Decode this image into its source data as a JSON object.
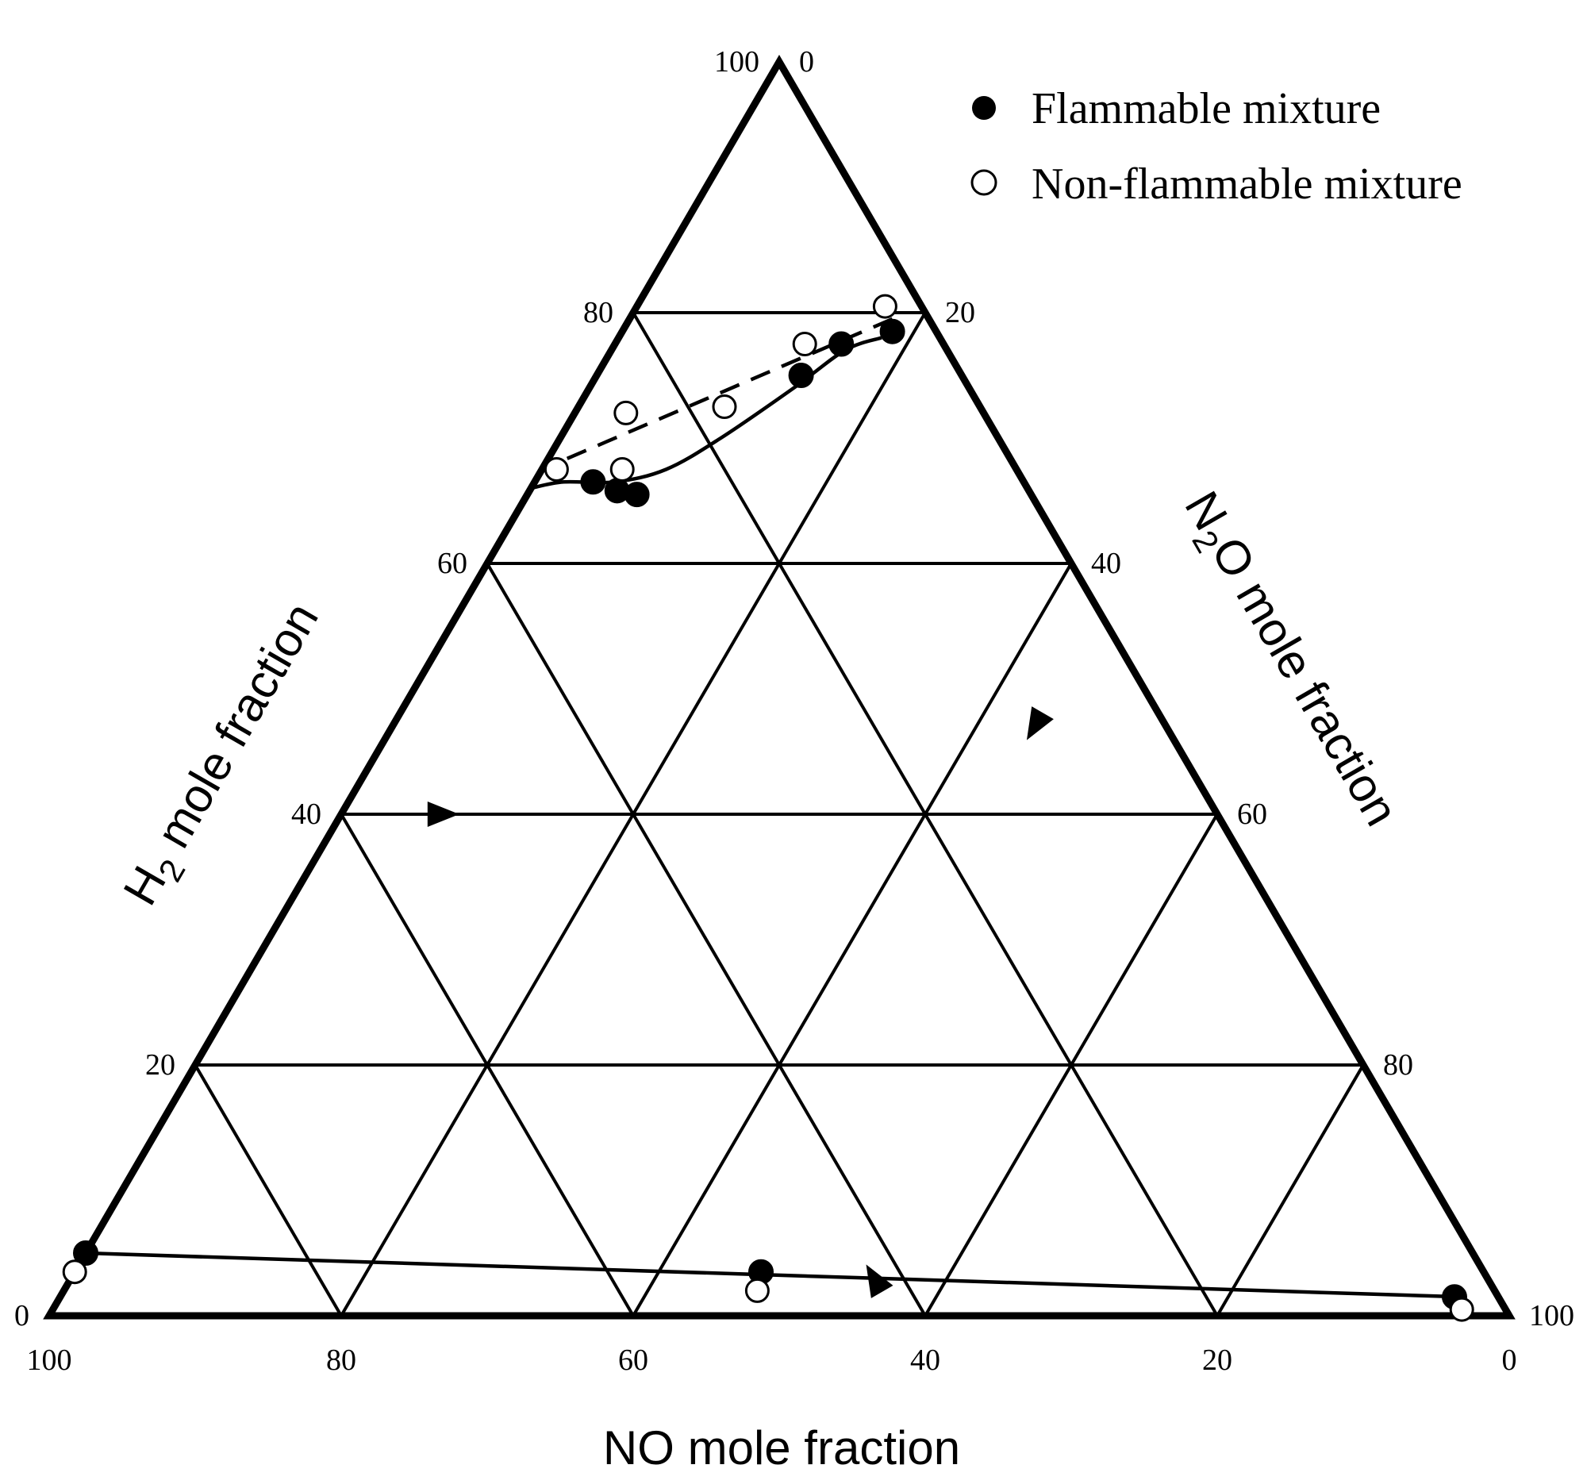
{
  "chart_data": {
    "type": "scatter",
    "subtype": "ternary",
    "title": "",
    "axes": {
      "h2": {
        "label_main": "H",
        "label_sub": "2",
        "label_rest": " mole fraction",
        "ticks": [
          "0",
          "20",
          "40",
          "60",
          "80",
          "100"
        ]
      },
      "n2o": {
        "label_main": "N",
        "label_sub": "2",
        "label_rest": "O mole fraction",
        "ticks": [
          "0",
          "20",
          "40",
          "60",
          "80",
          "100"
        ]
      },
      "no": {
        "label": "NO mole fraction",
        "ticks": [
          "100",
          "80",
          "60",
          "40",
          "20",
          "0"
        ]
      }
    },
    "range": [
      0,
      100
    ],
    "grid": true,
    "grid_step": 20,
    "legend": {
      "position": "top-right",
      "entries": [
        {
          "label": "Flammable mixture",
          "marker": "filled-circle"
        },
        {
          "label": "Non-flammable mixture",
          "marker": "open-circle"
        }
      ]
    },
    "series": [
      {
        "name": "Flammable mixture",
        "marker": "filled-circle",
        "points": [
          {
            "h2": 78.5,
            "n2o": 18.5,
            "no": 3.0
          },
          {
            "h2": 77.5,
            "n2o": 15.5,
            "no": 7.0
          },
          {
            "h2": 75.0,
            "n2o": 14.0,
            "no": 11.0
          },
          {
            "h2": 66.5,
            "n2o": 4.0,
            "no": 29.5
          },
          {
            "h2": 65.8,
            "n2o": 6.0,
            "no": 28.2
          },
          {
            "h2": 65.5,
            "n2o": 7.5,
            "no": 27.0
          },
          {
            "h2": 5.0,
            "n2o": 0.0,
            "no": 95.0
          },
          {
            "h2": 3.5,
            "n2o": 47.0,
            "no": 49.5
          },
          {
            "h2": 1.5,
            "n2o": 95.5,
            "no": 3.0
          }
        ]
      },
      {
        "name": "Non-flammable mixture",
        "marker": "open-circle",
        "points": [
          {
            "h2": 80.5,
            "n2o": 17.0,
            "no": 2.5
          },
          {
            "h2": 77.5,
            "n2o": 13.0,
            "no": 9.5
          },
          {
            "h2": 72.5,
            "n2o": 10.0,
            "no": 17.5
          },
          {
            "h2": 72.0,
            "n2o": 3.5,
            "no": 24.5
          },
          {
            "h2": 67.5,
            "n2o": 1.0,
            "no": 31.5
          },
          {
            "h2": 67.5,
            "n2o": 5.5,
            "no": 27.0
          },
          {
            "h2": 3.5,
            "n2o": 0.0,
            "no": 96.5
          },
          {
            "h2": 2.0,
            "n2o": 47.5,
            "no": 50.5
          },
          {
            "h2": 0.5,
            "n2o": 96.5,
            "no": 3.0
          }
        ]
      }
    ],
    "boundary_curve": [
      {
        "h2": 78.0,
        "n2o": 18.0,
        "no": 4.0
      },
      {
        "h2": 77.0,
        "n2o": 16.0,
        "no": 7.0
      },
      {
        "h2": 74.0,
        "n2o": 14.0,
        "no": 12.0
      },
      {
        "h2": 70.0,
        "n2o": 11.0,
        "no": 19.0
      },
      {
        "h2": 67.5,
        "n2o": 8.5,
        "no": 24.0
      },
      {
        "h2": 66.5,
        "n2o": 5.5,
        "no": 28.0
      },
      {
        "h2": 66.5,
        "n2o": 2.0,
        "no": 31.5
      },
      {
        "h2": 66.0,
        "n2o": 0.0,
        "no": 34.0
      }
    ],
    "dashed_line": [
      {
        "h2": 79.5,
        "n2o": 18.0,
        "no": 2.5
      },
      {
        "h2": 67.5,
        "n2o": 0.0,
        "no": 32.5
      }
    ],
    "bottom_line": [
      {
        "h2": 5.0,
        "n2o": 0.0,
        "no": 95.0
      },
      {
        "h2": 1.5,
        "n2o": 96.0,
        "no": 2.5
      }
    ],
    "direction_arrows": [
      {
        "axis": "h2",
        "at": {
          "h2": 40.0,
          "n2o": 7.0,
          "no": 53.0
        },
        "toward": {
          "h2": 40.0,
          "n2o": 10.0,
          "no": 50.0
        }
      },
      {
        "axis": "n2o",
        "at": {
          "h2": 47.0,
          "n2o": 44.0,
          "no": 9.0
        },
        "toward": {
          "h2": 44.0,
          "n2o": 44.0,
          "no": 12.0
        }
      },
      {
        "axis": "no",
        "at": {
          "h2": 3.0,
          "n2o": 55.0,
          "no": 42.0
        },
        "toward": {
          "h2": 6.0,
          "n2o": 52.0,
          "no": 42.0
        }
      }
    ]
  }
}
